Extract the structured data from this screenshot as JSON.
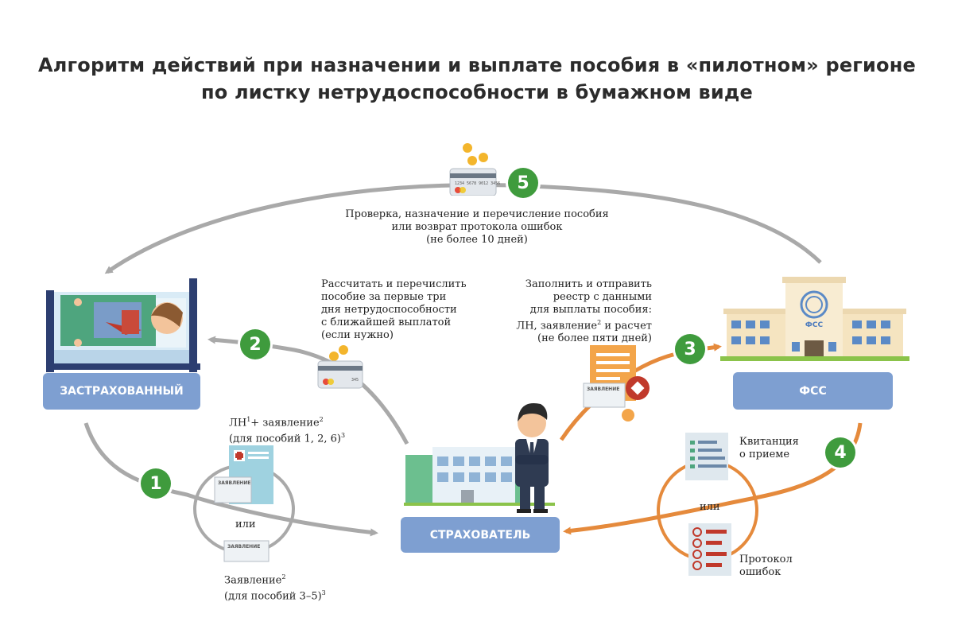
{
  "title": {
    "line1": "Алгоритм действий при назначении и выплате пособия в «пилотном» регионе",
    "line2": "по листку нетрудоспособности в бумажном виде"
  },
  "actors": {
    "insured": "ЗАСТРАХОВАННЫЙ",
    "employer": "СТРАХОВАТЕЛЬ",
    "fss": "ФСС",
    "fss_sign": "ФСС"
  },
  "steps": {
    "s1": "1",
    "s2": "2",
    "s3": "3",
    "s4": "4",
    "s5": "5"
  },
  "notes": {
    "step5": [
      "Проверка, назначение и перечисление пособия",
      "или возврат протокола ошибок",
      "(не более 10 дней)"
    ],
    "step2": [
      "Рассчитать и перечислить",
      "пособие за первые три",
      "дня нетрудоспособности",
      "с ближайшей выплатой",
      "(если нужно)"
    ],
    "step3": [
      "Заполнить и отправить",
      "реестр с данными",
      "для выплаты пособия:"
    ],
    "step3_l4a": "ЛН, заявление",
    "step3_l4sup": "2",
    "step3_l4b": " и расчет",
    "step3_l5": "(не более пяти дней)",
    "step1_a": "ЛН",
    "step1_a_sup1": "1",
    "step1_a_b": "+ заявление",
    "step1_a_sup2": "2",
    "step1_a_l2": "(для пособий 1, 2, 6)",
    "step1_a_sup3": "3",
    "step1_or": "или",
    "step1_b": "Заявление",
    "step1_b_sup": "2",
    "step1_b_l2": "(для пособий 3–5)",
    "step1_b_sup2": "3",
    "receipt": [
      "Квитанция",
      "о приеме"
    ],
    "step4_or": "или",
    "protocol": [
      "Протокол",
      "ошибок"
    ]
  },
  "documents": {
    "form_header": "ЗАЯВЛЕНИЕ",
    "card_number": "1234 5678 9012 3456",
    "card_cvc": "345"
  },
  "colors": {
    "gray_arrow": "#a9a9a9",
    "orange_arrow": "#e58a3c",
    "green_badge": "#3f9b3d",
    "label_blue": "#7e9fd1"
  }
}
